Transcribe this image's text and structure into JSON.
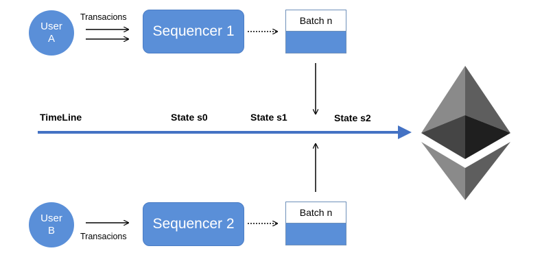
{
  "top": {
    "user": {
      "line1": "User",
      "line2": "A"
    },
    "arrow_label": "Transacions",
    "sequencer": "Sequencer 1",
    "batch": "Batch n"
  },
  "bottom": {
    "user": {
      "line1": "User",
      "line2": "B"
    },
    "arrow_label": "Transacions",
    "sequencer": "Sequencer 2",
    "batch": "Batch n"
  },
  "timeline": {
    "label": "TimeLine",
    "states": [
      "State s0",
      "State s1",
      "State s2"
    ]
  },
  "colors": {
    "node_fill": "#5a8fd8",
    "timeline": "#4472c4",
    "text": "#000000"
  },
  "icons": {
    "ethereum": "ethereum-logo-icon"
  }
}
